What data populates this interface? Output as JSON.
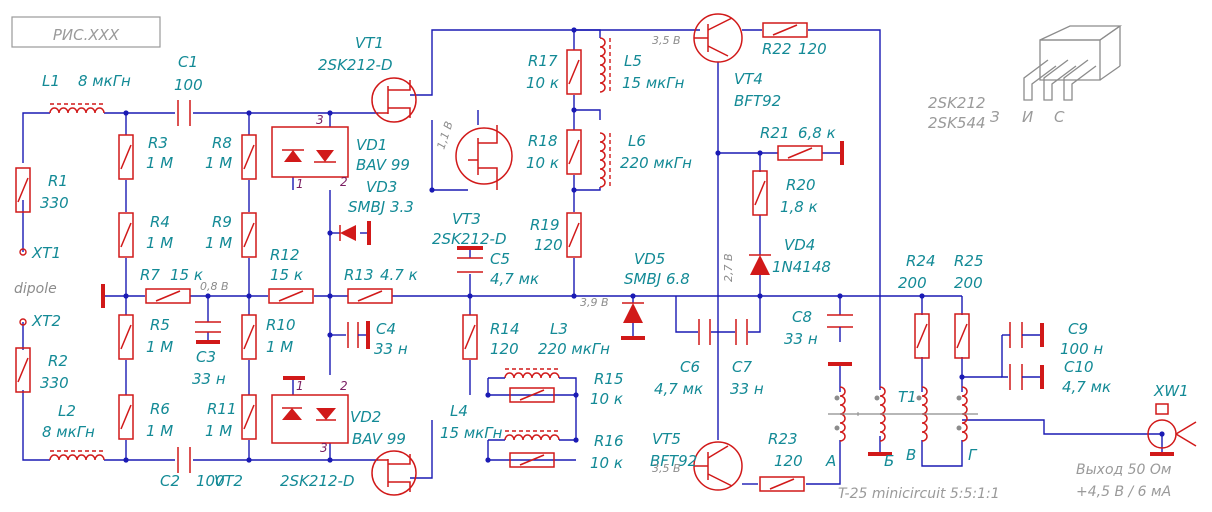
{
  "title": "РИС.XXX",
  "components": {
    "L1": {
      "ref": "L1",
      "value": "8 мкГн"
    },
    "L2": {
      "ref": "L2",
      "value": "8 мкГн"
    },
    "R1": {
      "ref": "R1",
      "value": "330"
    },
    "R2": {
      "ref": "R2",
      "value": "330"
    },
    "C1": {
      "ref": "C1",
      "value": "100"
    },
    "C2": {
      "ref": "C2",
      "value": "100"
    },
    "R3": {
      "ref": "R3",
      "value": "1 М"
    },
    "R4": {
      "ref": "R4",
      "value": "1 М"
    },
    "R5": {
      "ref": "R5",
      "value": "1 М"
    },
    "R6": {
      "ref": "R6",
      "value": "1 М"
    },
    "R7": {
      "ref": "R7",
      "value": "15 к"
    },
    "R8": {
      "ref": "R8",
      "value": "1 М"
    },
    "R9": {
      "ref": "R9",
      "value": "1 М"
    },
    "R10": {
      "ref": "R10",
      "value": "1 М"
    },
    "R11": {
      "ref": "R11",
      "value": "1 М"
    },
    "R12": {
      "ref": "R12",
      "value": "15 к"
    },
    "R13": {
      "ref": "R13",
      "value": "4.7 к"
    },
    "C3": {
      "ref": "C3",
      "value": "33 н"
    },
    "C4": {
      "ref": "C4",
      "value": "33 н"
    },
    "VT1": {
      "ref": "VT1",
      "value": "2SK212-D"
    },
    "VT2": {
      "ref": "VT2",
      "value": "2SK212-D"
    },
    "VD1": {
      "ref": "VD1",
      "value": "BAV 99"
    },
    "VD2": {
      "ref": "VD2",
      "value": "BAV 99"
    },
    "VD3": {
      "ref": "VD3",
      "value": "SMBJ 3.3"
    },
    "VT3": {
      "ref": "VT3",
      "value": "2SK212-D"
    },
    "R17": {
      "ref": "R17",
      "value": "10 к"
    },
    "R18": {
      "ref": "R18",
      "value": "10 к"
    },
    "R19": {
      "ref": "R19",
      "value": "120"
    },
    "L5": {
      "ref": "L5",
      "value": "15 мкГн"
    },
    "L6": {
      "ref": "L6",
      "value": "220 мкГн"
    },
    "C5": {
      "ref": "C5",
      "value": "4,7 мк"
    },
    "VD5": {
      "ref": "VD5",
      "value": "SMBJ 6.8"
    },
    "R14": {
      "ref": "R14",
      "value": "120"
    },
    "L3": {
      "ref": "L3",
      "value": "220 мкГн"
    },
    "L4": {
      "ref": "L4",
      "value": "15 мкГн"
    },
    "R15": {
      "ref": "R15",
      "value": "10 к"
    },
    "R16": {
      "ref": "R16",
      "value": "10 к"
    },
    "VT4": {
      "ref": "VT4",
      "value": "BFT92"
    },
    "VT5": {
      "ref": "VT5",
      "value": "BFT92"
    },
    "R22": {
      "ref": "R22",
      "value": "120"
    },
    "R23": {
      "ref": "R23",
      "value": "120"
    },
    "R21": {
      "ref": "R21",
      "value": "6,8 к"
    },
    "R20": {
      "ref": "R20",
      "value": "1,8 к"
    },
    "VD4": {
      "ref": "VD4",
      "value": "1N4148"
    },
    "C6": {
      "ref": "C6",
      "value": "4,7 мк"
    },
    "C7": {
      "ref": "C7",
      "value": "33 н"
    },
    "C8": {
      "ref": "C8",
      "value": "33 н"
    },
    "R24": {
      "ref": "R24",
      "value": "200"
    },
    "R25": {
      "ref": "R25",
      "value": "200"
    },
    "C9": {
      "ref": "C9",
      "value": "100 н"
    },
    "C10": {
      "ref": "C10",
      "value": "4,7 мк"
    },
    "T1": {
      "ref": "T1"
    },
    "XW1": {
      "ref": "XW1"
    },
    "XT1": {
      "ref": "XT1"
    },
    "XT2": {
      "ref": "XT2"
    }
  },
  "voltages": {
    "v_vt1": "1,1 В",
    "v_node1": "0,8 В",
    "v_node2": "3,9 В",
    "v_vt4_e": "3,5 В",
    "v_vt5_e": "3,5 В",
    "v_col": "2,7 В"
  },
  "pins": {
    "p3": "3",
    "p1": "1",
    "p2": "2"
  },
  "antenna_label": "dipole",
  "transformer": {
    "part": "T-25 minicircuit 5:5:1:1",
    "tA": "А",
    "tB": "Б",
    "tV": "В",
    "tG": "Г"
  },
  "output": {
    "line1": "Выход 50 Ом",
    "line2": "+4,5 В / 6 мА"
  },
  "package": {
    "line1": "2SK212",
    "line2": "2SK544",
    "pinZ": "З",
    "pinI": "И",
    "pinS": "С"
  }
}
